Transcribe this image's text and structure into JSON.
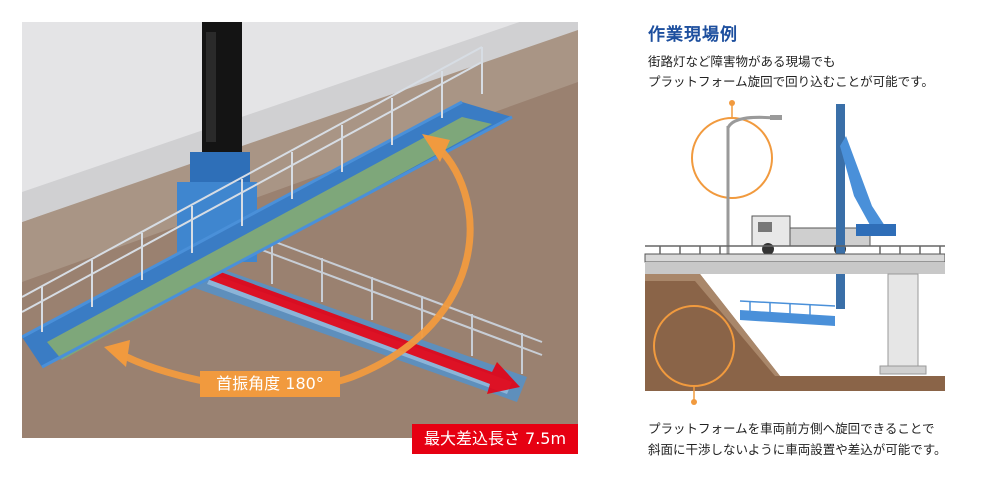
{
  "photo": {
    "angle_label": "首振角度 180°",
    "reach_label": "最大差込長さ 7.5m"
  },
  "example": {
    "heading": "作業現場例",
    "intro_lines": [
      "街路灯など障害物がある現場でも",
      "プラットフォーム旋回で回り込むことが可能です。"
    ],
    "caption_lines": [
      "プラットフォームを車両前方側へ旋回できることで",
      "斜面に干渉しないように車両設置や差込が可能です。"
    ]
  },
  "colors": {
    "heading": "#1d4f9e",
    "platform_blue": "#4a90d9",
    "highlight_orange": "#f19a3e",
    "reach_red": "#e60012"
  }
}
